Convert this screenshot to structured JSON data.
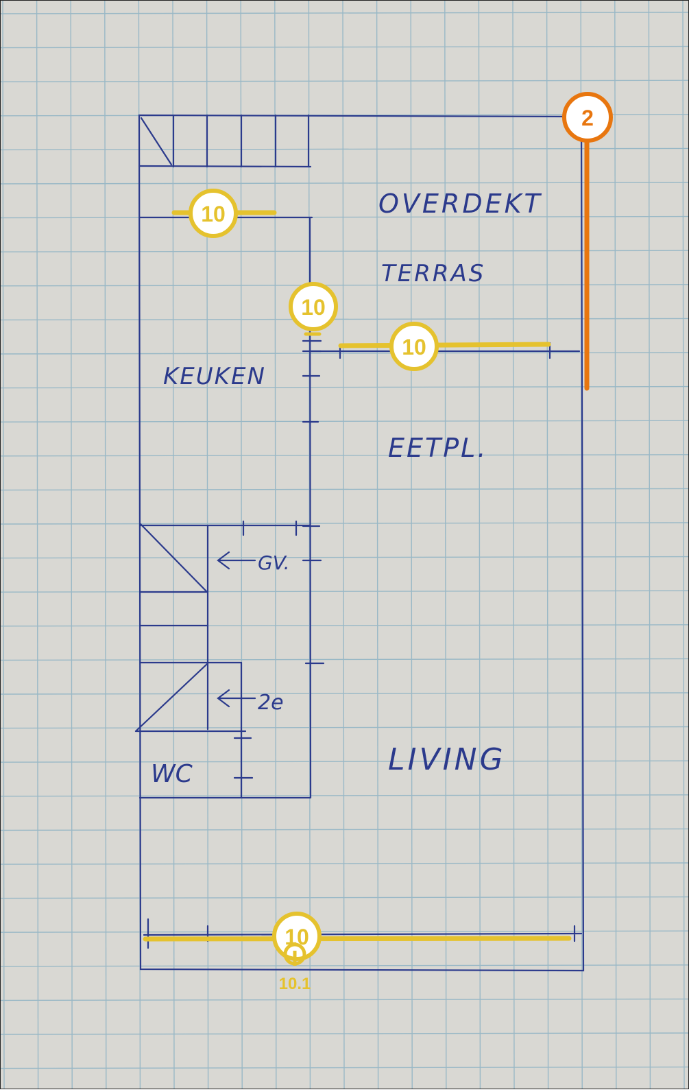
{
  "plan": {
    "labels": {
      "overdekt": "OVERDEKT",
      "terras": "TERRAS",
      "keuken": "KEUKEN",
      "eetpl": "EETPL.",
      "gv": "GV.",
      "arrow_gv": "←",
      "arrow_2e": "←",
      "second": "2e",
      "wc": "WC",
      "living": "LIVING"
    }
  },
  "annotations": {
    "stair_top_measure": "10",
    "vertical_tick_measure": "10",
    "eetpl_measure": "10",
    "bottom_measure": "10",
    "bottom_measure_value": "10.1",
    "right_badge": "2"
  },
  "colors": {
    "paper": "#d9d8d3",
    "grid": "#8fb3c4",
    "ink": "#2b3a8c",
    "annotation_yellow": "#e5c22e",
    "annotation_orange": "#e8760f"
  }
}
